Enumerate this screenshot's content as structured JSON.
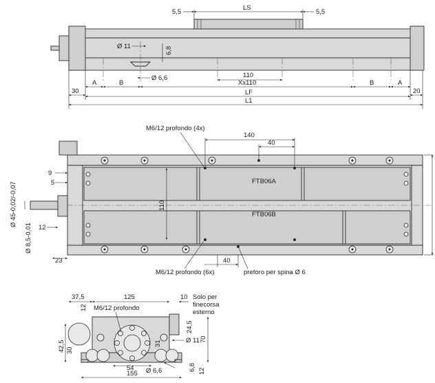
{
  "top_view": {
    "dims": {
      "ls": "LS",
      "gap_left": "5,5",
      "gap_right": "5,5",
      "diam_11": "Ø 11",
      "h_6_8": "6,8",
      "diam_6_6": "Ø 6,6",
      "d110": "110",
      "xx110": "Xx110",
      "d30": "30",
      "a_left": "A",
      "b_left": "B",
      "b_right": "B",
      "a_right": "A",
      "d20": "20",
      "lf": "LF",
      "l1": "L1"
    }
  },
  "plan_view": {
    "labels": {
      "m6_4x": "M6/12 profondo  (4x)",
      "d140": "140",
      "d40_top": "40",
      "ftb06a": "FTB06A",
      "ftb06b": "FTB06B",
      "d110": "110",
      "d9": "9",
      "d5": "5",
      "shaft_diam": "Ø 45-0,02/-0,07",
      "d12": "12",
      "shaft_small": "Ø 8,5-0,01",
      "d23": "23",
      "d40_bottom": "40",
      "m6_6x": "M6/12 profondo (6x)",
      "pin_hole": "preforo per spina Ø 6"
    }
  },
  "end_view": {
    "labels": {
      "d37_5": "37,5",
      "d125": "125",
      "d10": "10",
      "d12": "12",
      "m6": "M6/12 profondo",
      "solo1": "Solo per",
      "solo2": "finecorsa",
      "solo3": "esterno",
      "d24_5": "24,5",
      "d42_5": "42,5",
      "d30": "30",
      "d31": "31",
      "diam_11": "Ø 11",
      "d70": "70",
      "d54": "54",
      "diam_6_6": "Ø 6,6",
      "d6_8": "6,8",
      "d12b": "12",
      "d155": "155"
    }
  }
}
